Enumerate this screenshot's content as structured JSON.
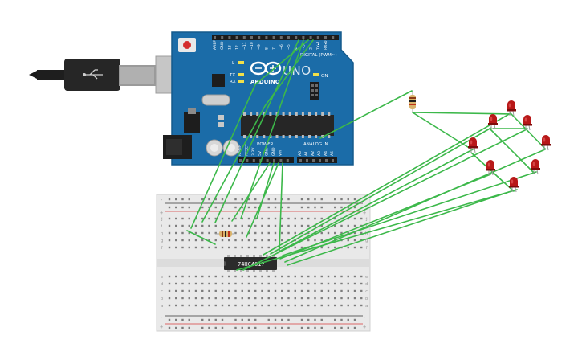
{
  "arduino": {
    "brand": "ARDUINO",
    "model": "UNO",
    "digital_header": "DIGITAL (PWM~)",
    "analog_header": "ANALOG IN",
    "power_header": "POWER",
    "on_label": "ON",
    "l_label": "L",
    "tx_label": "TX",
    "rx_label": "RX",
    "digital_pins": [
      "AREF",
      "GND",
      "13",
      "12",
      "~11",
      "~10",
      "~9",
      "8",
      "7",
      "~6",
      "~5",
      "4",
      "~3",
      "2",
      "TX▸1",
      "RX◂0"
    ],
    "power_pins": [
      "IOREF",
      "RESET",
      "3.3V",
      "5V",
      "GND",
      "GND",
      "Vin"
    ],
    "analog_pins": [
      "A0",
      "A1",
      "A2",
      "A3",
      "A4",
      "A5"
    ]
  },
  "chip": {
    "label": "74HC4017"
  },
  "breadboard": {
    "row_letters_top": [
      "j",
      "i",
      "h",
      "g",
      "f"
    ],
    "row_letters_bottom": [
      "e",
      "d",
      "c",
      "b",
      "a"
    ],
    "rail_minus": "-",
    "rail_plus": "+"
  },
  "colors": {
    "board": "#1b6ca8",
    "board_edge": "#155a8c",
    "wire": "#3cb84a",
    "led": "#b81818",
    "led_dark": "#7e0c0c",
    "chip": "#2b2b2b",
    "header": "#1c1c1c",
    "rail_red": "#d63a3a",
    "rail_black": "#333333"
  },
  "leds": {
    "count": 8
  }
}
